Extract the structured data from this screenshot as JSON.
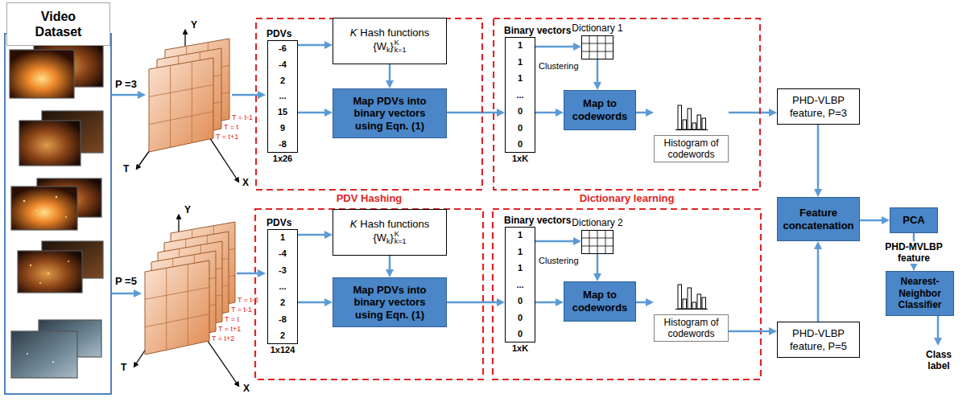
{
  "diagram": {
    "nodes": [
      {
        "text": [
          "Video Dataset"
        ]
      },
      {
        "text": [
          "PDV Hashing"
        ]
      },
      {
        "text": [
          "PDVs",
          "-6",
          "-4",
          "2",
          "...",
          "15",
          "9",
          "-8",
          "1x26"
        ],
        "in": 1
      },
      {
        "text": [
          "K",
          "Hash functions",
          "{W",
          "k",
          "}",
          "K",
          "k=1"
        ],
        "in": 1
      },
      {
        "text": [
          "Map PDVs into binary vectors using Eqn. (1)"
        ],
        "in": 1
      },
      {
        "text": [
          "Dictionary learning"
        ]
      },
      {
        "text": [
          "Binary vectors",
          "1",
          "1",
          "1",
          "...",
          "0",
          "0",
          "0",
          "1xK"
        ],
        "in": 5
      },
      {
        "text": [
          "Dictionary 1"
        ],
        "in": 5
      },
      {
        "text": [
          "Map to codewords"
        ],
        "in": 5
      },
      {
        "text": [
          "Histogram of codewords"
        ],
        "in": 5
      },
      {
        "text": [
          "PHD-VLBP feature, P=3"
        ]
      },
      {
        "text": [
          "PDVs",
          "1",
          "-4",
          "-3",
          "...",
          "2",
          "-8",
          "2",
          "1x124"
        ]
      },
      {
        "text": [
          "K",
          "Hash functions",
          "{W",
          "k",
          "}",
          "K",
          "k=1"
        ]
      },
      {
        "text": [
          "Map PDVs into binary vectors using Eqn. (1)"
        ]
      },
      {
        "text": [
          "Binary vectors",
          "1",
          "1",
          "1",
          "...",
          "0",
          "0",
          "0",
          "1xK"
        ]
      },
      {
        "text": [
          "Dictionary 2"
        ]
      },
      {
        "text": [
          "Map to codewords"
        ]
      },
      {
        "text": [
          "Histogram of codewords"
        ]
      },
      {
        "text": [
          "PHD-VLBP feature, P=5"
        ]
      },
      {
        "text": [
          "Feature concatenation"
        ]
      },
      {
        "text": [
          "PCA"
        ]
      },
      {
        "text": [
          "Nearest-Neighbor Classifier"
        ]
      }
    ],
    "edges": [
      {
        "from": 2,
        "to": 3,
        "arrow": "to"
      },
      {
        "from": 2,
        "to": 4,
        "arrow": "to"
      },
      {
        "from": 3,
        "to": 4,
        "arrow": "to"
      },
      {
        "from": 4,
        "to": 6,
        "arrow": "to"
      },
      {
        "from": 6,
        "to": 7,
        "label": "Clustering",
        "arrow": "to"
      },
      {
        "from": 6,
        "to": 8,
        "arrow": "to"
      },
      {
        "from": 7,
        "to": 8,
        "arrow": "to"
      },
      {
        "from": 8,
        "to": 9,
        "arrow": "to"
      },
      {
        "from": 9,
        "to": 10,
        "arrow": "to"
      },
      {
        "from": 10,
        "to": 19,
        "arrow": "to"
      },
      {
        "from": 11,
        "to": 12,
        "arrow": "to"
      },
      {
        "from": 11,
        "to": 13,
        "arrow": "to"
      },
      {
        "from": 12,
        "to": 13,
        "arrow": "to"
      },
      {
        "from": 13,
        "to": 14,
        "arrow": "to"
      },
      {
        "from": 14,
        "to": 15,
        "label": "Clustering",
        "arrow": "to"
      },
      {
        "from": 14,
        "to": 16,
        "arrow": "to"
      },
      {
        "from": 15,
        "to": 16,
        "arrow": "to"
      },
      {
        "from": 16,
        "to": 17,
        "arrow": "to"
      },
      {
        "from": 17,
        "to": 18,
        "arrow": "to"
      },
      {
        "from": 18,
        "to": 19,
        "arrow": "to"
      },
      {
        "from": 19,
        "to": 20,
        "arrow": "to"
      },
      {
        "from": 20,
        "to": 21,
        "label": "PHD-MVLBP feature",
        "arrow": "to"
      }
    ],
    "labels": [
      "P =3",
      "Y",
      "T",
      "X",
      "T = t-1",
      "T = t",
      "T = t+1",
      "P =5",
      "Y",
      "T",
      "X",
      "T = t-2",
      "T = t-1",
      "T = t",
      "T = t+1",
      "T = t+2",
      "Class label"
    ]
  }
}
